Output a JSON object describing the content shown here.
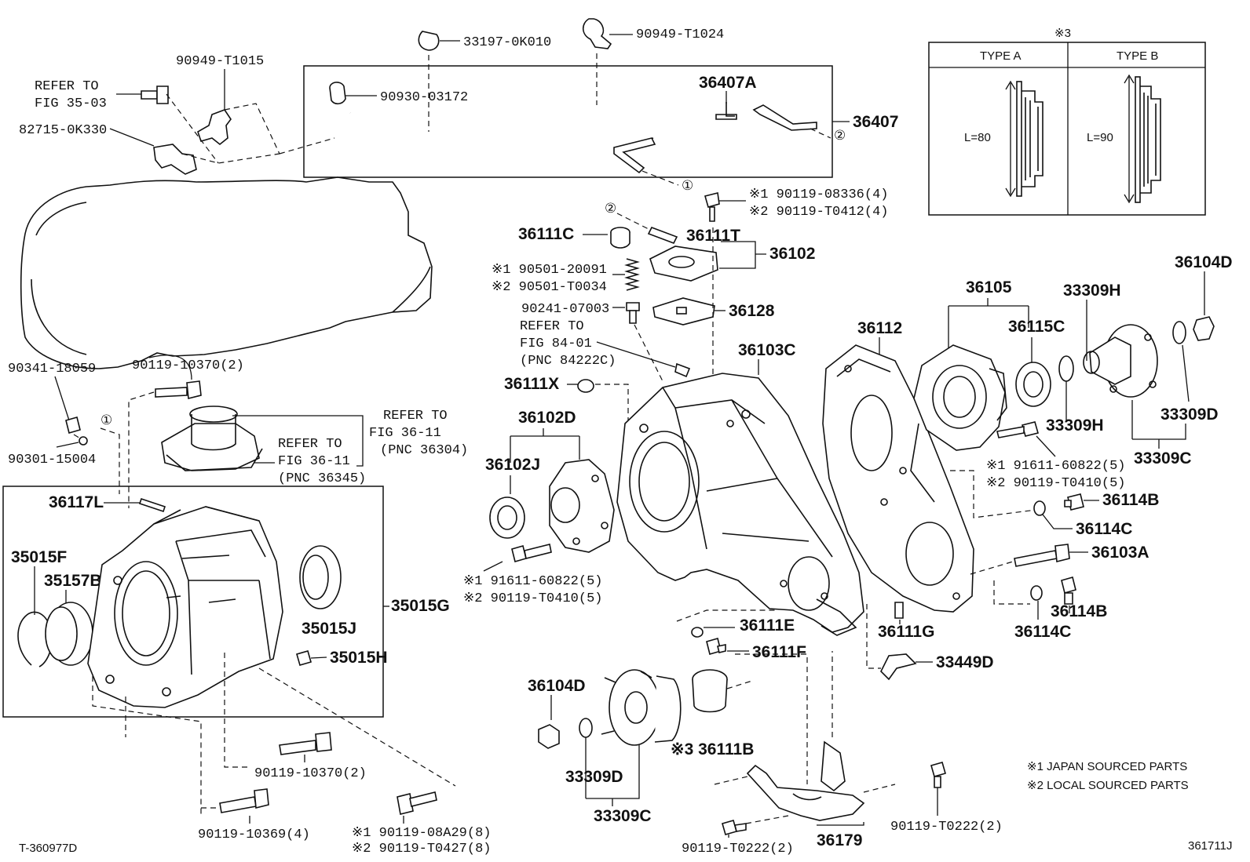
{
  "diagram_id_left": "T-360977D",
  "diagram_id_right": "361711J",
  "legend": {
    "note1": "※1 JAPAN SOURCED PARTS",
    "note2": "※2 LOCAL SOURCED PARTS"
  },
  "type_table": {
    "header": "※3",
    "type_a": "TYPE A",
    "type_b": "TYPE B",
    "len_a": "L=80",
    "len_b": "L=90"
  },
  "refs": {
    "fig35": [
      "REFER TO",
      "FIG 35-03"
    ],
    "fig84": [
      "REFER TO",
      "FIG 84-01",
      "(PNC 84222C)"
    ],
    "fig36a": [
      "REFER TO",
      "FIG 36-11",
      "(PNC 36304)"
    ],
    "fig36b": [
      "REFER TO",
      "FIG 36-11",
      "(PNC 36345)"
    ]
  },
  "markers": {
    "c1": "①",
    "c2": "②"
  },
  "parts": {
    "p33197": "33197-0K010",
    "p90949_1024": "90949-T1024",
    "p90949_1015": "90949-T1015",
    "p82715": "82715-0K330",
    "p90930": "90930-03172",
    "p36407A": "36407A",
    "p36407": "36407",
    "p90119_08336": "※1 90119-08336(4)",
    "p90119_T0412": "※2 90119-T0412(4)",
    "p36111C": "36111C",
    "p36111T": "36111T",
    "p36102": "36102",
    "p90501_20091": "※1 90501-20091",
    "p90501_T0034": "※2 90501-T0034",
    "p90241": "90241-07003",
    "p36128": "36128",
    "p36105": "36105",
    "p33309H_top": "33309H",
    "p36104D_top": "36104D",
    "p36112": "36112",
    "p36115C": "36115C",
    "p36103C": "36103C",
    "p36111X": "36111X",
    "p36102D": "36102D",
    "p36102J": "36102J",
    "p33309H_mid": "33309H",
    "p33309D_right": "33309D",
    "p33309C_right": "33309C",
    "p91611_a": "※1 91611-60822(5)",
    "p90119_T0410_a": "※2 90119-T0410(5)",
    "p36114B_a": "36114B",
    "p36114C_a": "36114C",
    "p36103A": "36103A",
    "p36114B_b": "36114B",
    "p36114C_b": "36114C",
    "p90341": "90341-18059",
    "p90119_10370_top": "90119-10370(2)",
    "p90301": "90301-15004",
    "p36117L": "36117L",
    "p35015F": "35015F",
    "p35157B": "35157B",
    "p35015G": "35015G",
    "p35015J": "35015J",
    "p35015H": "35015H",
    "p91611_b": "※1 91611-60822(5)",
    "p90119_T0410_b": "※2 90119-T0410(5)",
    "p36111E": "36111E",
    "p36111F": "36111F",
    "p36111G": "36111G",
    "p33449D": "33449D",
    "p36104D_bot": "36104D",
    "p33309D_bot": "33309D",
    "p33309C_bot": "33309C",
    "p36111B": "※3 36111B",
    "p90119_10370_bot": "90119-10370(2)",
    "p90119_10369": "90119-10369(4)",
    "p90119_08A29": "※1 90119-08A29(8)",
    "p90119_T0427": "※2 90119-T0427(8)",
    "p90119_T0222_a": "90119-T0222(2)",
    "p90119_T0222_b": "90119-T0222(2)",
    "p36179": "36179"
  }
}
